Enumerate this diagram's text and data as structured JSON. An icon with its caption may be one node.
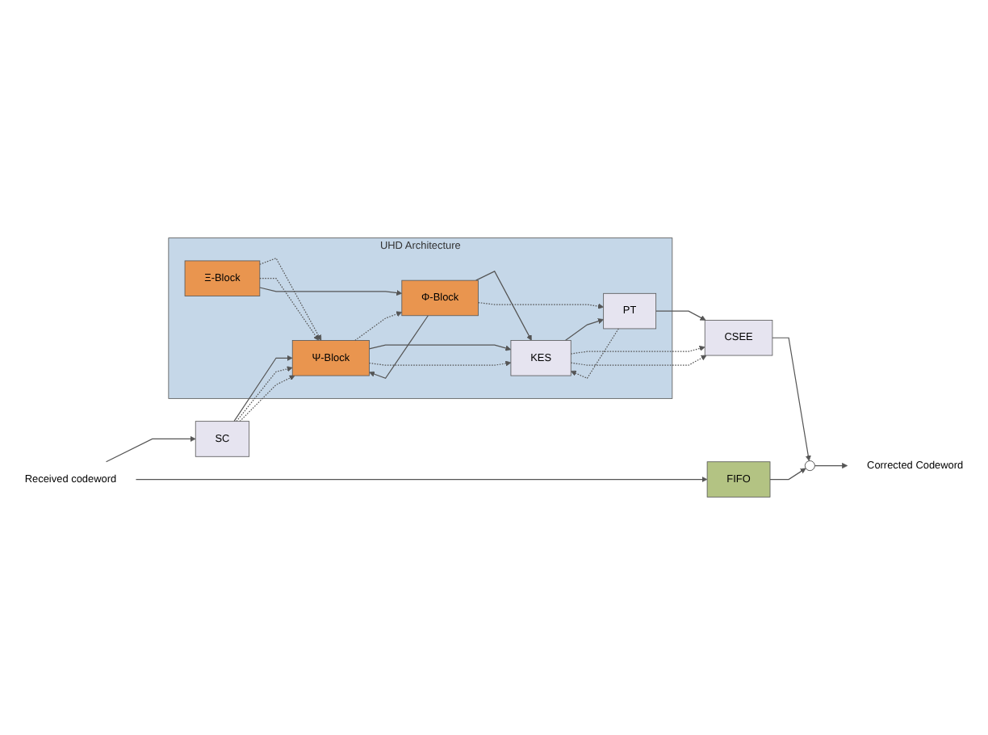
{
  "diagram": {
    "nodes": [
      {
        "text": [
          "Received codeword"
        ]
      },
      {
        "text": [
          "SC"
        ]
      },
      {
        "text": [
          "UHD Architecture"
        ]
      },
      {
        "text": [
          "Ξ-Block"
        ],
        "in": 2
      },
      {
        "text": [
          "Ψ-Block"
        ],
        "in": 2
      },
      {
        "text": [
          "Φ-Block"
        ],
        "in": 2
      },
      {
        "text": [
          "KES"
        ],
        "in": 2
      },
      {
        "text": [
          "PT"
        ],
        "in": 2
      },
      {
        "text": [
          "CSEE"
        ]
      },
      {
        "text": [],
        "shape": "circle"
      },
      {
        "text": [
          "Corrected Codeword"
        ]
      },
      {
        "text": [
          "FIFO"
        ]
      }
    ],
    "edges": [
      {
        "from": 0,
        "to": 1,
        "arrow": "to"
      },
      {
        "from": 0,
        "to": 11,
        "arrow": "to"
      },
      {
        "from": 1,
        "to": 4,
        "arrow": "to"
      },
      {
        "from": 1,
        "to": 4,
        "arrow": "to",
        "style": "dashed"
      },
      {
        "from": 1,
        "to": 4,
        "arrow": "to",
        "style": "dashed"
      },
      {
        "from": 3,
        "to": 4,
        "arrow": "to",
        "style": "dashed"
      },
      {
        "from": 3,
        "to": 4,
        "arrow": "to",
        "style": "dashed"
      },
      {
        "from": 3,
        "to": 5,
        "arrow": "to"
      },
      {
        "from": 5,
        "to": 4,
        "arrow": "to"
      },
      {
        "from": 4,
        "to": 5,
        "arrow": "to",
        "style": "dashed"
      },
      {
        "from": 5,
        "to": 6,
        "arrow": "to"
      },
      {
        "from": 4,
        "to": 6,
        "arrow": "to"
      },
      {
        "from": 4,
        "to": 6,
        "arrow": "to",
        "style": "dashed"
      },
      {
        "from": 5,
        "to": 7,
        "arrow": "to",
        "style": "dashed"
      },
      {
        "from": 6,
        "to": 7,
        "arrow": "to"
      },
      {
        "from": 7,
        "to": 6,
        "arrow": "to",
        "style": "dashed"
      },
      {
        "from": 6,
        "to": 8,
        "arrow": "to",
        "style": "dashed"
      },
      {
        "from": 6,
        "to": 8,
        "arrow": "to",
        "style": "dashed"
      },
      {
        "from": 7,
        "to": 8,
        "arrow": "to"
      },
      {
        "from": 8,
        "to": 9,
        "arrow": "to"
      },
      {
        "from": 9,
        "to": 10,
        "arrow": "to"
      },
      {
        "from": 11,
        "to": 9,
        "arrow": "to"
      }
    ]
  }
}
